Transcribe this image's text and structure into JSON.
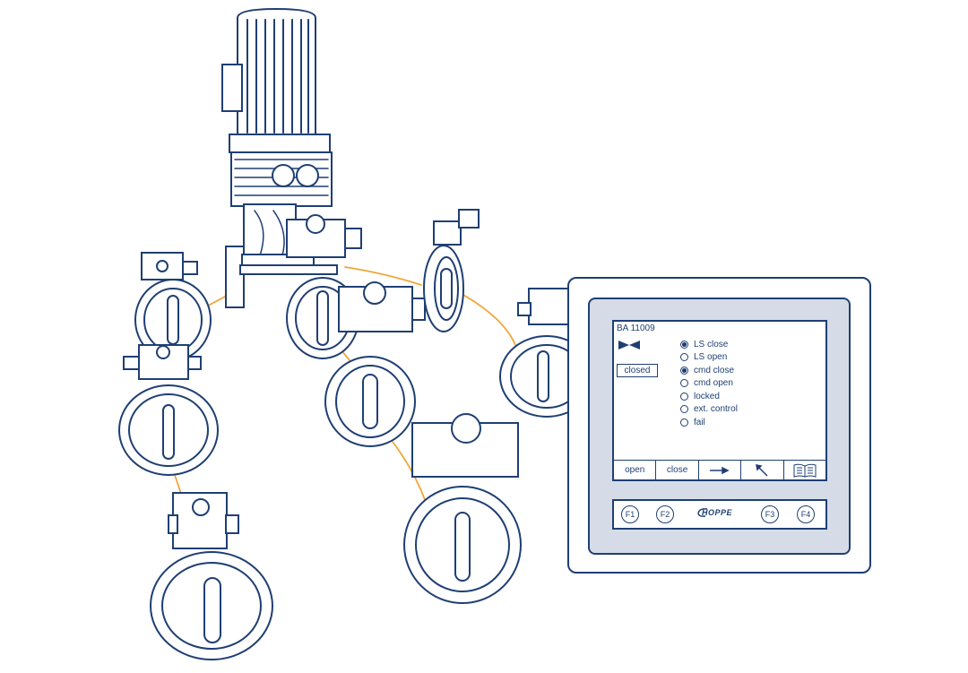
{
  "colors": {
    "line": "#1f3f73",
    "pipe": "#f0a63a",
    "panel_fill": "#d5dce8"
  },
  "hmi": {
    "screen_id": "BA 11009",
    "valve_state_label": "closed",
    "status_items": [
      {
        "label": "LS close",
        "active": true
      },
      {
        "label": "LS open",
        "active": false
      },
      {
        "label": "cmd close",
        "active": true
      },
      {
        "label": "cmd open",
        "active": false
      },
      {
        "label": "locked",
        "active": false
      },
      {
        "label": "ext. control",
        "active": false
      },
      {
        "label": "fail",
        "active": false
      }
    ],
    "softkeys": [
      "open",
      "close",
      "arrow-right-icon",
      "diagonal-arrow-icon",
      "book-icon"
    ],
    "function_keys": [
      "F1",
      "F2",
      "F3",
      "F4"
    ],
    "brand": "HOPPE"
  }
}
